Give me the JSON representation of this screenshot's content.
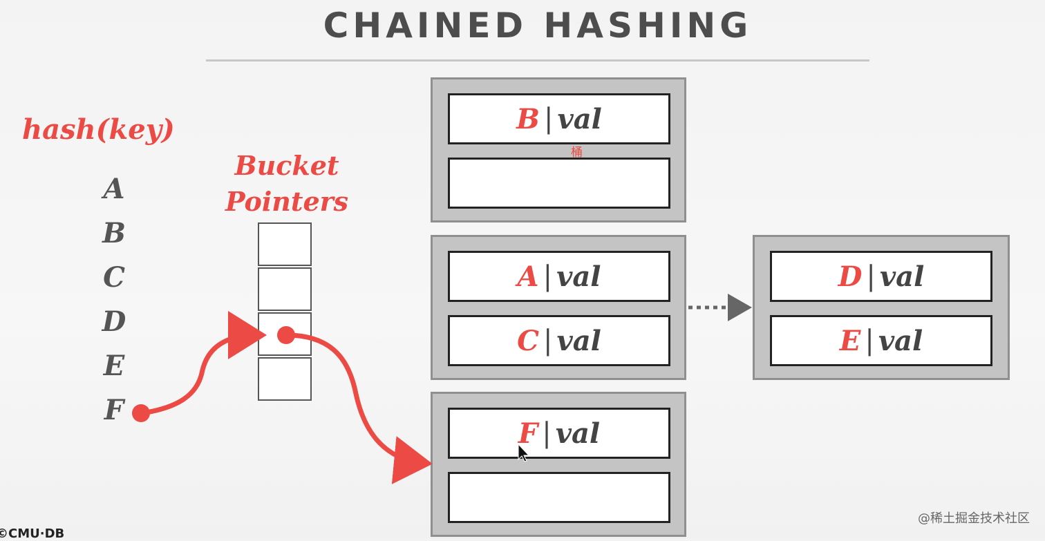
{
  "title": "CHAINED HASHING",
  "hash_label": "hash(key)",
  "bucket_pointers_label": [
    "Bucket",
    "Pointers"
  ],
  "keys": [
    "A",
    "B",
    "C",
    "D",
    "E",
    "F"
  ],
  "buckets": {
    "b1": [
      {
        "key": "B",
        "sep": "|",
        "val": "val"
      },
      {
        "key": "",
        "sep": "",
        "val": ""
      }
    ],
    "b2": [
      {
        "key": "A",
        "sep": "|",
        "val": "val"
      },
      {
        "key": "C",
        "sep": "|",
        "val": "val"
      }
    ],
    "b3": [
      {
        "key": "F",
        "sep": "|",
        "val": "val"
      },
      {
        "key": "",
        "sep": "",
        "val": ""
      }
    ],
    "overflow": [
      {
        "key": "D",
        "sep": "|",
        "val": "val"
      },
      {
        "key": "E",
        "sep": "|",
        "val": "val"
      }
    ]
  },
  "annotation_char": "桶",
  "watermark": "@稀土掘金技术社区",
  "footer": "©CMU·DB",
  "colors": {
    "accent": "#ec4a44",
    "text": "#4d4d4d",
    "bucket_fill": "#c4c4c4"
  }
}
